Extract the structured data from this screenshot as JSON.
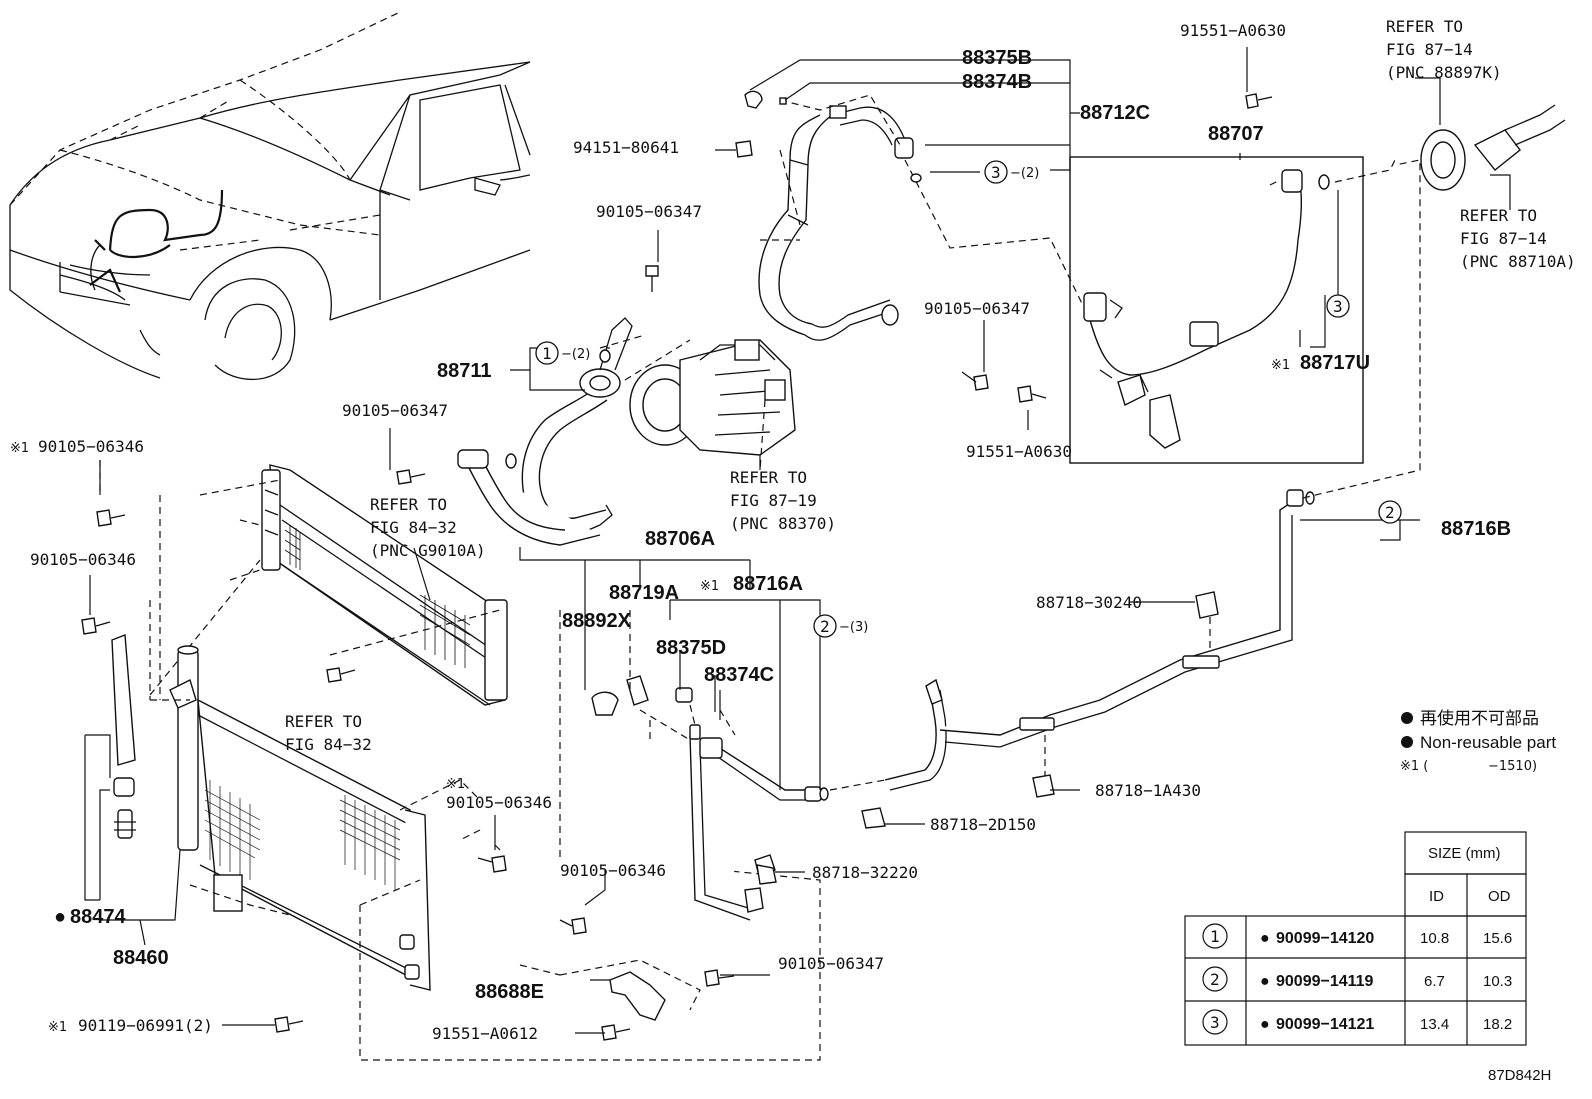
{
  "diagram_id": "87D842H",
  "callouts": {
    "p88375B": "88375B",
    "p88374B": "88374B",
    "p88712C": "88712C",
    "p91551_A0630_top": "91551−A0630",
    "p94151_80641": "94151−80641",
    "p90105_06347_a": "90105−06347",
    "p90105_06347_b": "90105−06347",
    "p90105_06347_c": "90105−06347",
    "p90105_06347_d": "90105−06347",
    "p88711": "88711",
    "p88707": "88707",
    "p88717U": "88717U",
    "p91551_A0630_mid": "91551−A0630",
    "p90105_06346_a": "90105−06346",
    "p90105_06346_b": "90105−06346",
    "p90105_06346_c": "90105−06346",
    "p90105_06346_d": "90105−06346",
    "p88706A": "88706A",
    "p88719A": "88719A",
    "p88716A": "88716A",
    "p88892X": "88892X",
    "p88375D": "88375D",
    "p88374C": "88374C",
    "p88716B": "88716B",
    "p88718_30240": "88718−30240",
    "p88718_1A430": "88718−1A430",
    "p88718_2D150": "88718−2D150",
    "p88718_32220": "88718−32220",
    "p88474": "88474",
    "p88460": "88460",
    "p88688E": "88688E",
    "p90119_06991": "90119−06991(2)",
    "p91551_A0612": "91551−A0612"
  },
  "refs": {
    "ref_top_right_1": [
      "REFER TO",
      "FIG 87−14",
      "(PNC 88897K)"
    ],
    "ref_top_right_2": [
      "REFER TO",
      "FIG 87−14",
      "(PNC 88710A)"
    ],
    "ref_compressor": [
      "REFER TO",
      "FIG 87−19",
      "(PNC 88370)"
    ],
    "ref_radiator": [
      "REFER TO",
      "FIG 84−32",
      "(PNC G9010A)"
    ],
    "ref_lower": [
      "REFER TO",
      "FIG 84−32"
    ]
  },
  "circle_marks": {
    "c1_88711": "1",
    "c1_88711_qty": "−(2)",
    "c3_88712C": "3",
    "c3_88712C_qty": "−(2)",
    "c3_88717U": "3",
    "c2_88716B": "2",
    "c2_88716A": "2",
    "c2_88716A_qty": "−(3)"
  },
  "notes": {
    "star1": "※1",
    "dot": "●"
  },
  "legend": {
    "jp": "再使用不可部品",
    "en": "Non-reusable part",
    "star_note_prefix": "※1 (",
    "star_note_suffix": "−1510)"
  },
  "size_table": {
    "header": "SIZE (mm)",
    "id_label": "ID",
    "od_label": "OD",
    "rows": [
      {
        "mark": "1",
        "part": "90099−14120",
        "id": "10.8",
        "od": "15.6"
      },
      {
        "mark": "2",
        "part": "90099−14119",
        "id": "6.7",
        "od": "10.3"
      },
      {
        "mark": "3",
        "part": "90099−14121",
        "id": "13.4",
        "od": "18.2"
      }
    ]
  }
}
